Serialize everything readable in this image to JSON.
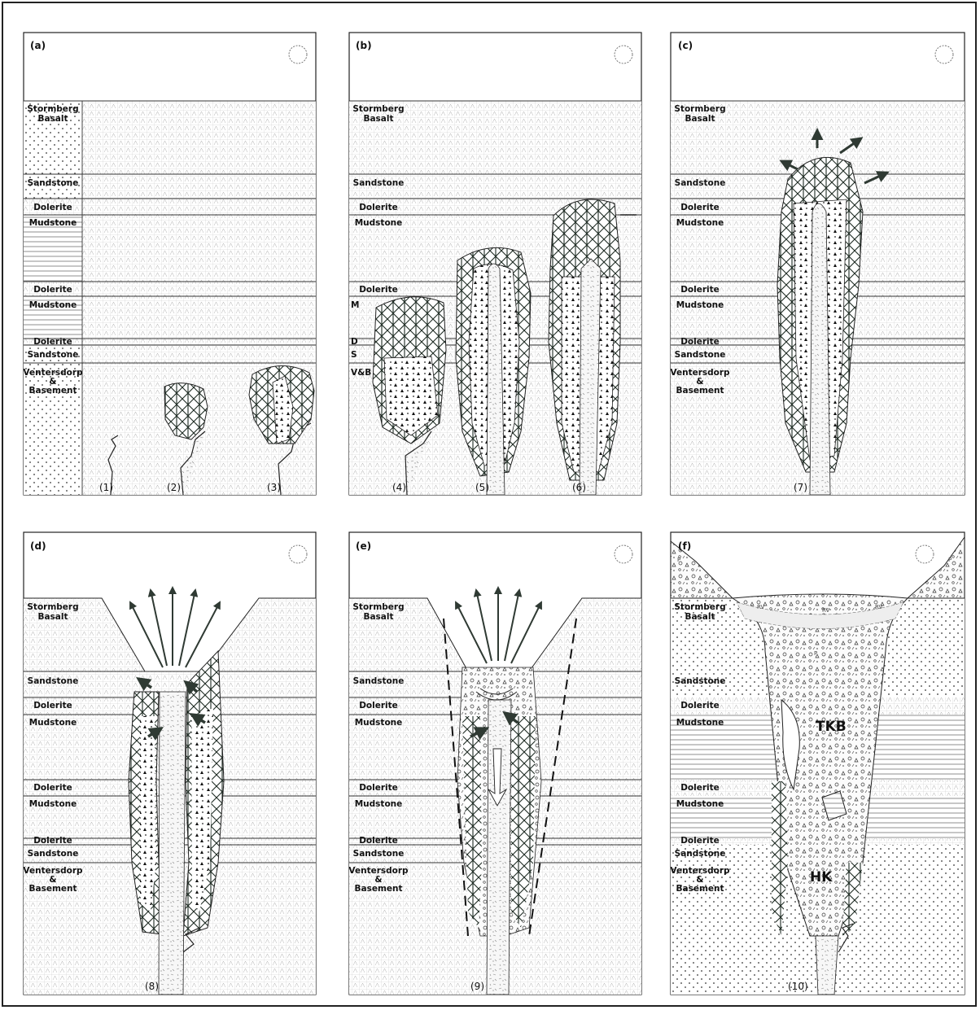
{
  "colors": {
    "ink": "#111111",
    "grid": "#b9b9b9",
    "arrow": "#2f3a33",
    "fill": "#ffffff"
  },
  "legend_column": {
    "labels": [
      "Stormberg Basalt",
      "Sandstone",
      "Dolerite",
      "Mudstone",
      "Dolerite",
      "Mudstone",
      "Dolerite",
      "Sandstone",
      "Ventersdorp & Basement"
    ]
  },
  "panels": [
    {
      "id": "a",
      "label": "(a)",
      "layer_labels": [
        "Stormberg",
        "Basalt",
        "Sandstone",
        "Dolerite",
        "Mudstone",
        "Dolerite",
        "Mudstone",
        "Dolerite",
        "Sandstone",
        "Ventersdorp",
        "&",
        "Basement"
      ],
      "stages": [
        "(1)",
        "(2)",
        "(3)"
      ]
    },
    {
      "id": "b",
      "label": "(b)",
      "layer_labels": [
        "Stormberg",
        "Basalt",
        "Sandstone",
        "Dolerite",
        "Mudstone",
        "Dolerite"
      ],
      "abbrev_labels": [
        "M",
        "D",
        "S",
        "V&B"
      ],
      "stages": [
        "(4)",
        "(5)",
        "(6)"
      ]
    },
    {
      "id": "c",
      "label": "(c)",
      "layer_labels": [
        "Stormberg",
        "Basalt",
        "Sandstone",
        "Dolerite",
        "Mudstone",
        "Dolerite",
        "Mudstone",
        "Dolerite",
        "Sandstone",
        "Ventersdorp",
        "&",
        "Basement"
      ],
      "stages": [
        "(7)"
      ]
    },
    {
      "id": "d",
      "label": "(d)",
      "layer_labels": [
        "Stormberg",
        "Basalt",
        "Sandstone",
        "Dolerite",
        "Mudstone",
        "Dolerite",
        "Mudstone",
        "Dolerite",
        "Sandstone",
        "Ventersdorp",
        "&",
        "Basement"
      ],
      "stages": [
        "(8)"
      ]
    },
    {
      "id": "e",
      "label": "(e)",
      "layer_labels": [
        "Stormberg",
        "Basalt",
        "Sandstone",
        "Dolerite",
        "Mudstone",
        "Dolerite",
        "Mudstone",
        "Dolerite",
        "Sandstone",
        "Ventersdorp",
        "&",
        "Basement"
      ],
      "stages": [
        "(9)"
      ]
    },
    {
      "id": "f",
      "label": "(f)",
      "layer_labels": [
        "Stormberg",
        "Basalt",
        "Sandstone",
        "Dolerite",
        "Mudstone",
        "Dolerite",
        "Mudstone",
        "Dolerite",
        "Sandstone",
        "Ventersdorp",
        "&",
        "Basement"
      ],
      "stages": [
        "(10)"
      ],
      "unit_labels": [
        "TKB",
        "HK"
      ],
      "crater_text": [
        "P",
        "RV"
      ]
    }
  ],
  "icons": [
    "sun-icon"
  ]
}
